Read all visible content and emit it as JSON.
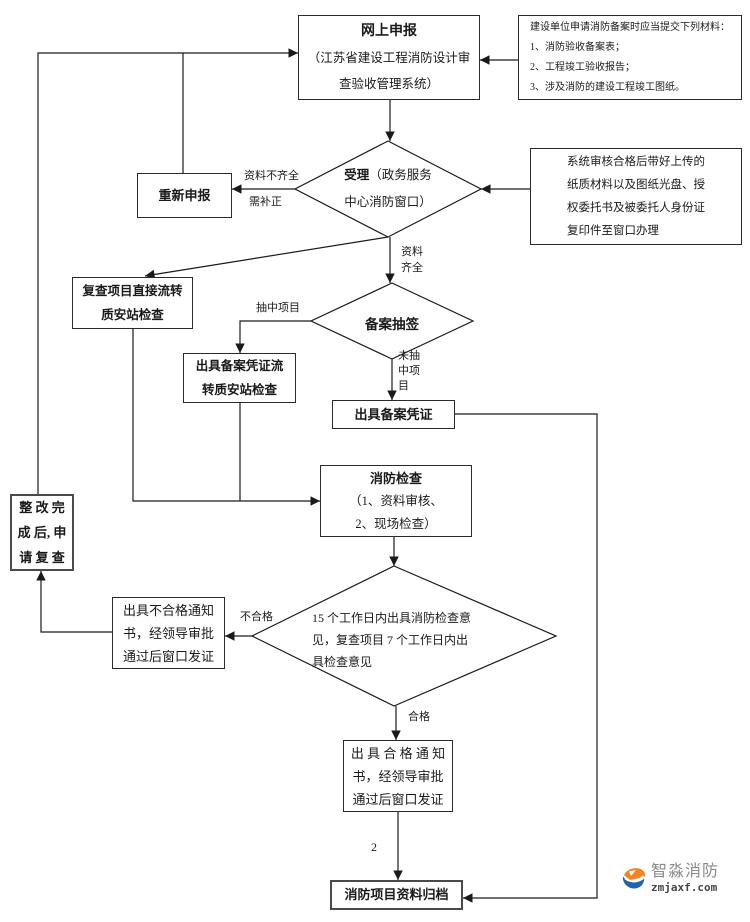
{
  "colors": {
    "line": "#1a1a1a",
    "border": "#2b2b2b",
    "logo_orange": "#f5831f",
    "logo_blue": "#1d64b5",
    "logo_name_gray": "#8a8a8a",
    "logo_domain_dark": "#474747"
  },
  "nodes": {
    "online": {
      "title": "网上申报",
      "lines": [
        "（江苏省建设工程消防设计审",
        "查验收管理系统）"
      ]
    },
    "materials": {
      "lines": [
        "建设单位申请消防备案时应当提交下列材料：",
        "1、消防验收备案表；",
        "2、工程竣工验收报告；",
        "3、涉及消防的建设工程竣工图纸。"
      ]
    },
    "accept": {
      "title": "受理",
      "line1_rest": "（政务服务",
      "line2": "中心消防窗口）"
    },
    "system": {
      "lines": [
        "系统审核合格后带好上传的",
        "纸质材料以及图纸光盘、授",
        "权委托书及被委托人身份证",
        "复印件至窗口办理"
      ]
    },
    "redo": {
      "title": "重新申报"
    },
    "review_direct": {
      "lines": [
        "复查项目直接流转",
        "质安站检查"
      ]
    },
    "lottery": {
      "title": "备案抽签"
    },
    "cert_flow": {
      "lines": [
        "出具备案凭证流",
        "转质安站检查"
      ]
    },
    "cert": {
      "title": "出具备案凭证"
    },
    "inspection": {
      "title": "消防检查",
      "lines": [
        "（1、资料审核、",
        "2、现场检查）"
      ]
    },
    "rectify": {
      "lines": [
        "整 改 完",
        "成 后, 申",
        "请 复 查"
      ]
    },
    "days": {
      "lines": [
        "15 个工作日内出具消防检查意",
        "见，复查项目 7 个工作日内出",
        "具检查意见"
      ]
    },
    "fail": {
      "lines": [
        "出具不合格通知",
        "书，经领导审批",
        "通过后窗口发证"
      ]
    },
    "pass": {
      "lines": [
        "出 具 合 格 通 知",
        "书，经领导审批",
        "通过后窗口发证"
      ]
    },
    "archive": {
      "title": "消防项目资料归档"
    }
  },
  "edge_labels": {
    "incomplete_1": "资料不齐全",
    "incomplete_2": "需补正",
    "complete_1": "资料",
    "complete_2": "齐全",
    "drawn": "抽中项目",
    "not_drawn_1": "未抽",
    "not_drawn_2": "中项",
    "not_drawn_3": "目",
    "fail": "不合格",
    "pass": "合格",
    "page_number": "2"
  },
  "logo": {
    "name": "智淼消防",
    "domain": "zmjaxf.com"
  }
}
